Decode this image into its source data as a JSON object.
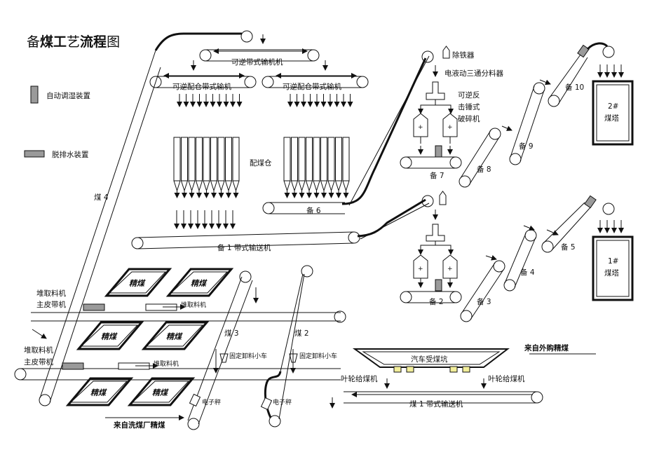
{
  "title": {
    "prefix": "备",
    "bold": "煤工",
    "suffix1": "艺",
    "bold2": "流程",
    "suffix2": "图"
  },
  "legend": {
    "humidity": "自动调湿装置",
    "dewater": "脱排水装置"
  },
  "labels": {
    "reversible_belt": "可逆带式输机机",
    "reversible_bin_belt_left": "可逆配仓带式输机",
    "reversible_bin_belt_right": "可逆配仓带式输机",
    "blending_bin": "配煤仓",
    "iron_remover": "除铁器",
    "hydraulic_splitter": "电液动三通分料器",
    "crusher_l1": "可逆反",
    "crusher_l2": "击锤式",
    "crusher_l3": "破碎机",
    "bei6": "备 6",
    "bei7": "备 7",
    "bei8": "备 8",
    "bei9": "备 9",
    "bei10": "备 10",
    "bei1_belt": "备 1 带式输送机",
    "bei2": "备 2",
    "bei3": "备 3",
    "bei4": "备 4",
    "bei5": "备 5",
    "tower2_l1": "2#",
    "tower2_l2": "煤塔",
    "tower1_l1": "1#",
    "tower1_l2": "煤塔",
    "mei4": "煤 4",
    "mei3": "煤 3",
    "mei2": "煤 2",
    "stacker1": "堆取料机",
    "main_belt1": "主皮带机",
    "stacker_tag1": "堆取料机",
    "stacker2": "堆取料机",
    "main_belt2": "主皮带机",
    "stacker_tag2": "堆取料机",
    "fine_coal": "精煤",
    "fixed_tripper_a": "固定卸料小车",
    "fixed_tripper_b": "固定卸料小车",
    "scale_a": "电子秤",
    "scale_b": "电子秤",
    "from_washery": "来自洗煤厂精煤",
    "truck_pit": "汽车受煤坑",
    "from_external": "来自外购精煤",
    "impeller_left": "叶轮给煤机",
    "impeller_right": "叶轮给煤机",
    "mei1_belt": "煤 1 带式输送机"
  },
  "colors": {
    "line": "#111111",
    "gray_box": "#9a9a9a",
    "yellow": "#f2ee9a"
  }
}
